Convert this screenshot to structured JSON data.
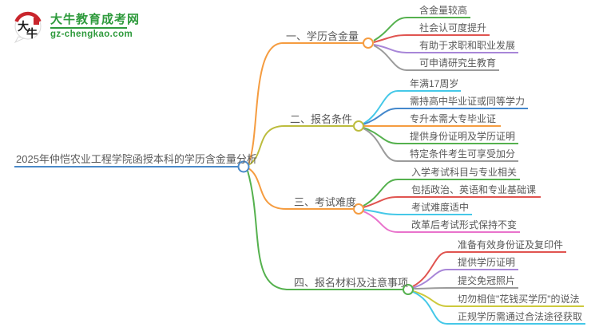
{
  "site": {
    "logo_title": "大牛教育成考网",
    "logo_domain": "gz-chengkao.com",
    "logo_badge_char1": "大",
    "logo_badge_char2": "牛",
    "brand_green": "#2e9a3c"
  },
  "colors": {
    "center_blue": "#4a89c8",
    "orange": "#f59c40",
    "olive": "#bcbc3d",
    "green": "#55b14e",
    "red": "#e05450",
    "purple": "#a886d8",
    "gray": "#9b9b9b",
    "cyan": "#45c8e8",
    "blue": "#4488cc",
    "pink": "#e973cc",
    "yellow": "#cdc93c",
    "text_gray": "#595959"
  },
  "mindmap": {
    "root": {
      "label": "2025年仲恺农业工程学院函授本科的学历含金量分析",
      "color": "center_blue"
    },
    "branches": [
      {
        "label": "一、学历含金量",
        "color": "orange",
        "children": [
          {
            "label": "含金量较高",
            "color": "green"
          },
          {
            "label": "社会认可度提升",
            "color": "red"
          },
          {
            "label": "有助于求职和职业发展",
            "color": "purple"
          },
          {
            "label": "可申请研究生教育",
            "color": "gray"
          }
        ]
      },
      {
        "label": "二、报名条件",
        "color": "olive",
        "children": [
          {
            "label": "年满17周岁",
            "color": "cyan"
          },
          {
            "label": "需持高中毕业证或同等学力",
            "color": "blue"
          },
          {
            "label": "专升本需大专毕业证",
            "color": "orange"
          },
          {
            "label": "提供身份证明及学历证明",
            "color": "green"
          },
          {
            "label": "特定条件考生可享受加分",
            "color": "gray"
          }
        ]
      },
      {
        "label": "三、考试难度",
        "color": "orange",
        "children": [
          {
            "label": "入学考试科目与专业相关",
            "color": "green"
          },
          {
            "label": "包括政治、英语和专业基础课",
            "color": "red"
          },
          {
            "label": "考试难度适中",
            "color": "cyan"
          },
          {
            "label": "改革后考试形式保持不变",
            "color": "pink"
          }
        ]
      },
      {
        "label": "四、报名材料及注意事项",
        "color": "green",
        "children": [
          {
            "label": "准备有效身份证及复印件",
            "color": "red"
          },
          {
            "label": "提供学历证明",
            "color": "purple"
          },
          {
            "label": "提交免冠照片",
            "color": "gray"
          },
          {
            "label": "切勿相信\"花钱买学历\"的说法",
            "color": "yellow"
          },
          {
            "label": "正规学历需通过合法途径获取",
            "color": "cyan"
          }
        ]
      }
    ]
  }
}
